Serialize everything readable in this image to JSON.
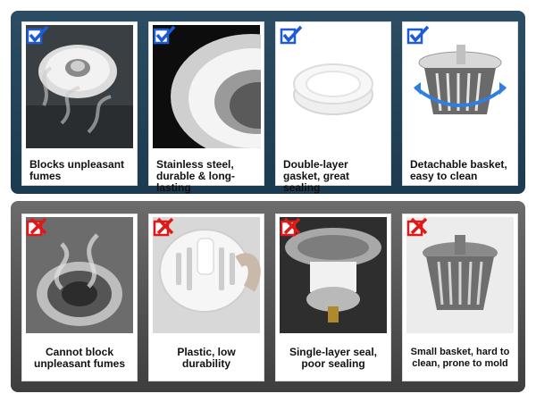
{
  "top": {
    "items": [
      {
        "caption": "Blocks unpleasant fumes",
        "badge": "check-icon"
      },
      {
        "caption": "Stainless steel, durable & long-lasting",
        "badge": "check-icon"
      },
      {
        "caption": "Double-layer gasket, great sealing",
        "badge": "check-icon"
      },
      {
        "caption": "Detachable basket, easy to clean",
        "badge": "check-icon"
      }
    ]
  },
  "bottom": {
    "items": [
      {
        "caption": "Cannot block unpleasant fumes",
        "badge": "cross-icon"
      },
      {
        "caption": "Plastic, low durability",
        "badge": "cross-icon"
      },
      {
        "caption": "Single-layer seal, poor sealing",
        "badge": "cross-icon"
      },
      {
        "caption": "Small basket, hard to clean, prone to mold",
        "badge": "cross-icon"
      }
    ]
  },
  "colors": {
    "top_panel": "#1f3d52",
    "bottom_panel": "#505050",
    "check": "#1e5bd6",
    "cross": "#e01818"
  }
}
